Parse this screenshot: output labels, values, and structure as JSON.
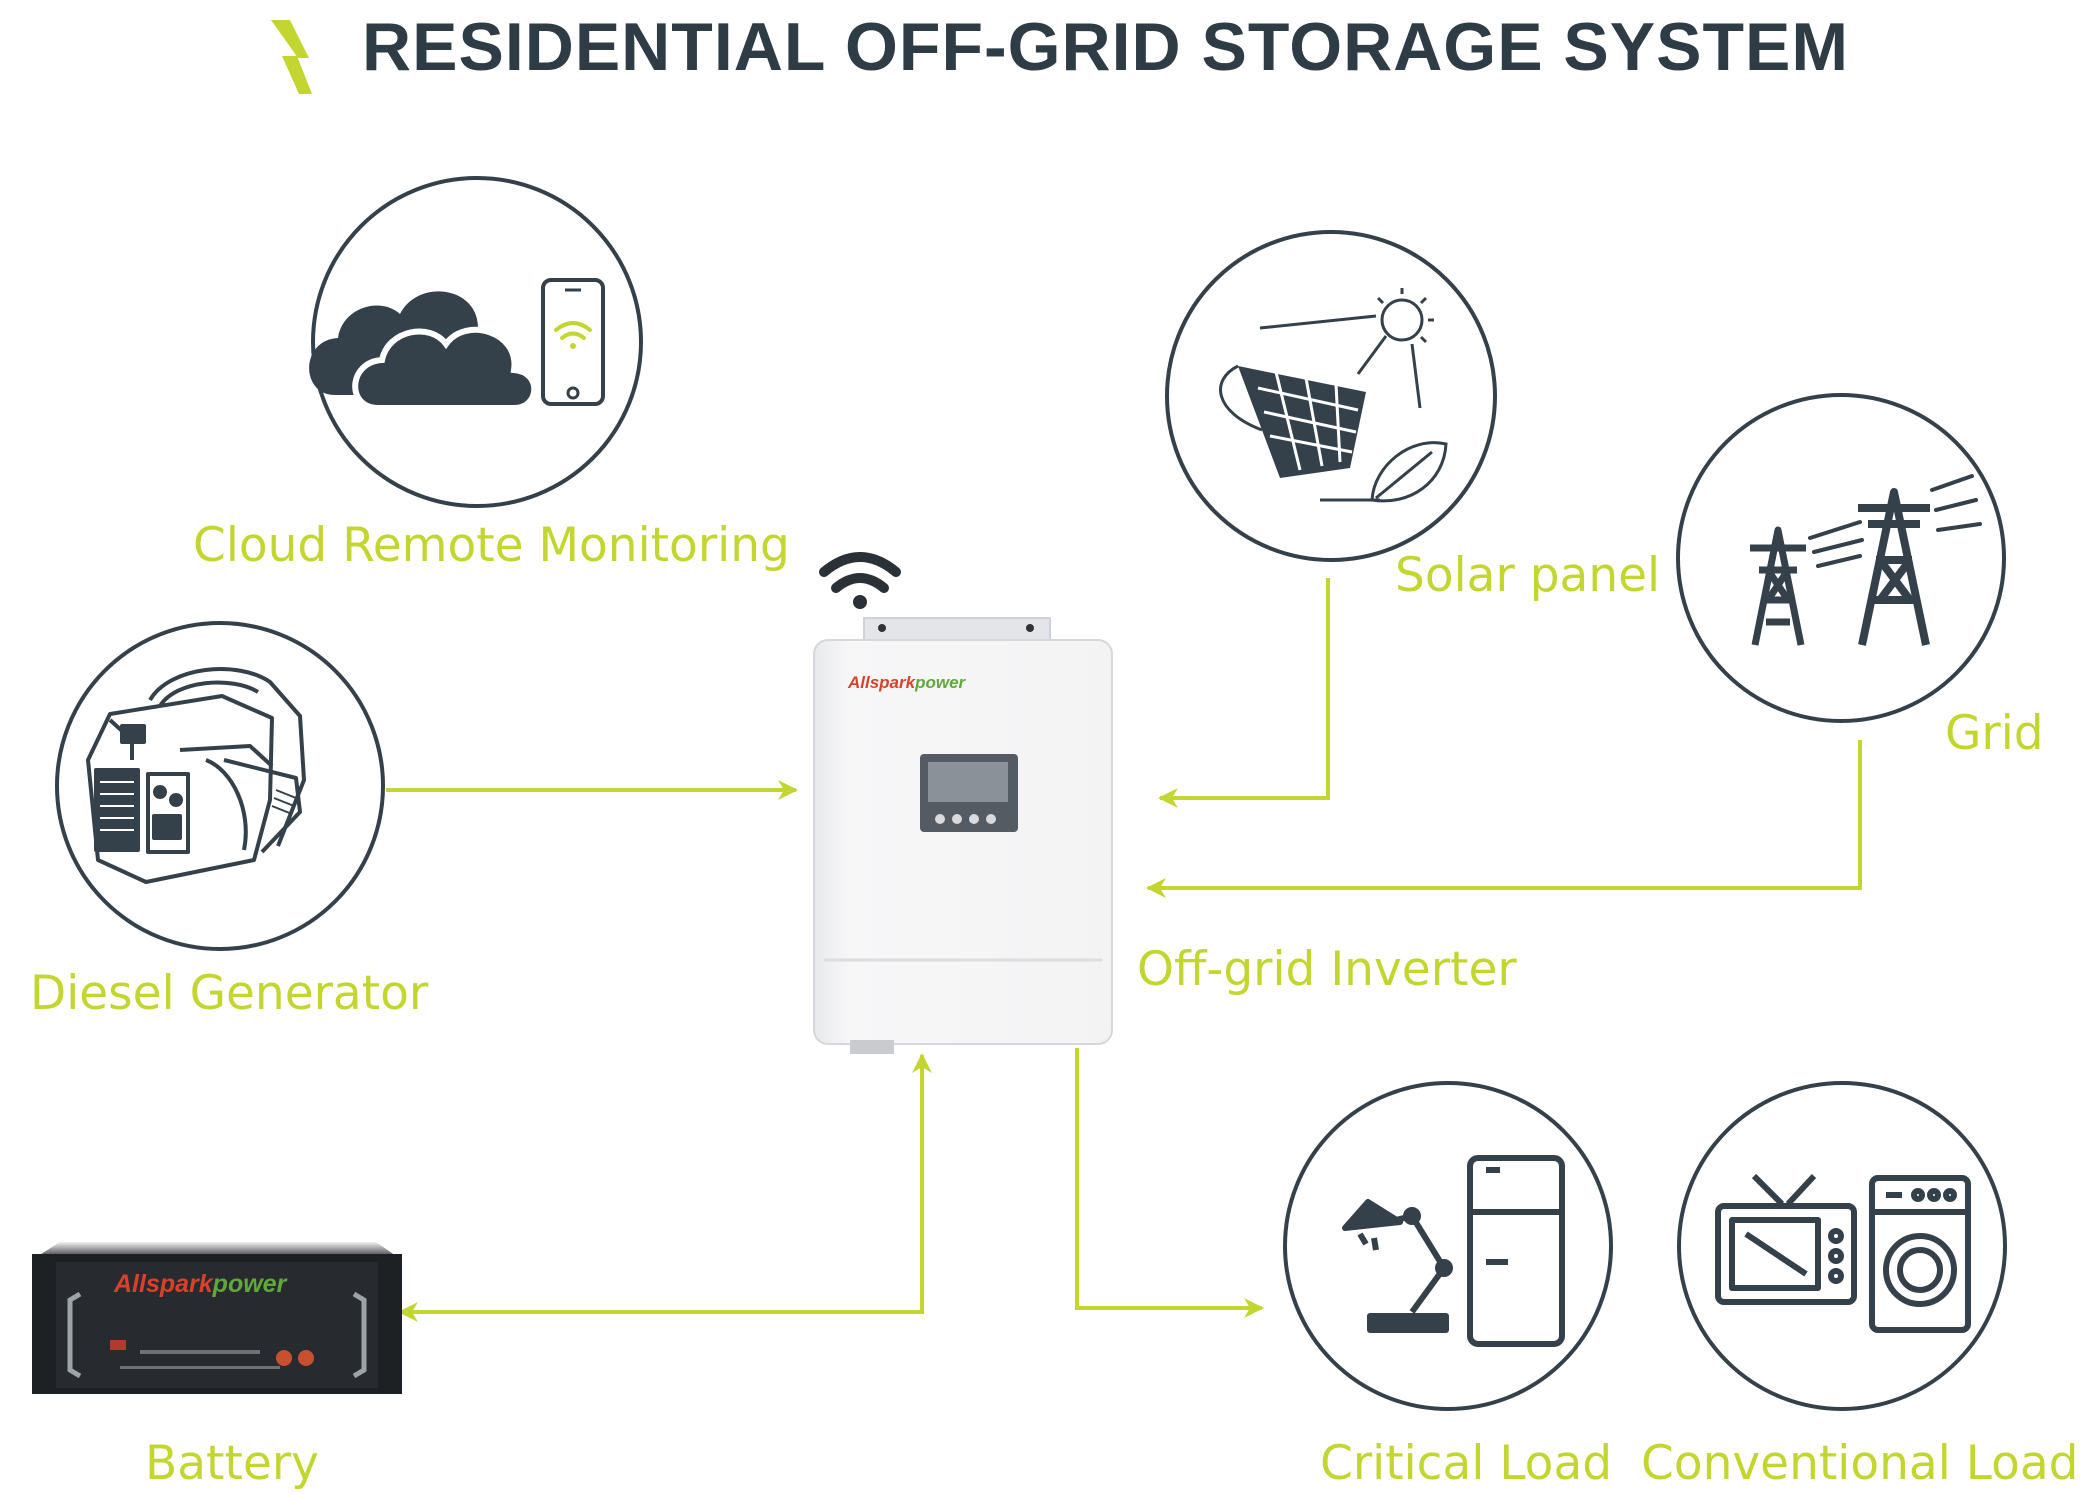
{
  "title": "RESIDENTIAL OFF-GRID STORAGE SYSTEM",
  "colors": {
    "accent": "#c3d630",
    "title": "#2e3c46",
    "icon": "#34414a",
    "brand_red": "#d9412b",
    "brand_green": "#5fa83a"
  },
  "nodes": {
    "cloud": {
      "label": "Cloud Remote Monitoring",
      "icon": "cloud-phone-wifi-icon"
    },
    "solar": {
      "label": "Solar panel",
      "icon": "solar-panel-sun-icon"
    },
    "grid": {
      "label": "Grid",
      "icon": "transmission-tower-icon"
    },
    "diesel": {
      "label": "Diesel Generator",
      "icon": "generator-icon"
    },
    "inverter": {
      "label": "Off-grid Inverter",
      "icon": "inverter-icon"
    },
    "battery": {
      "label": "Battery",
      "icon": "battery-rack-icon"
    },
    "critical": {
      "label": "Critical Load",
      "icon": "lamp-fridge-icon"
    },
    "conventional": {
      "label": "Conventional Load",
      "icon": "tv-washer-icon"
    }
  },
  "brand": {
    "part1": "Allspark",
    "part2": "power"
  }
}
